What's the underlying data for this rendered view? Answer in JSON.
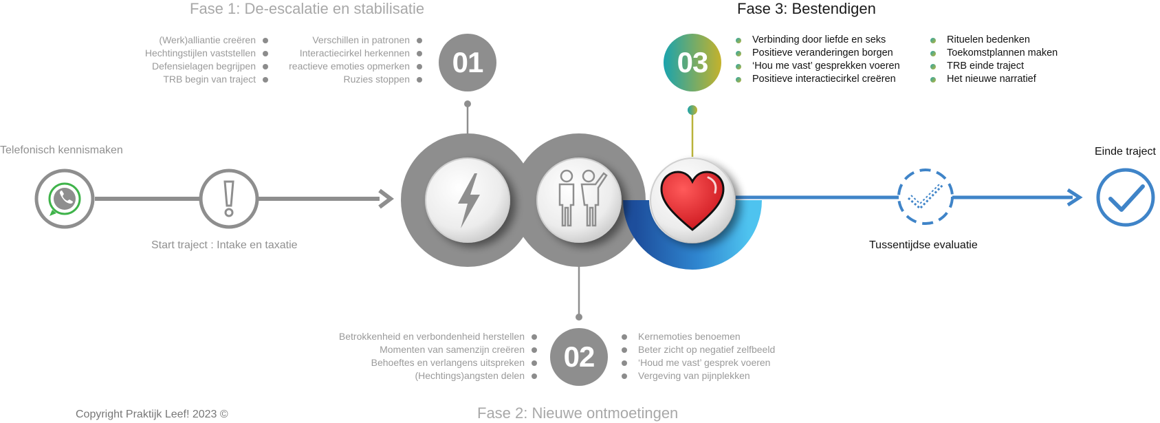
{
  "phase1": {
    "title": "Fase 1: De-escalatie en stabilisatie",
    "badge": "01",
    "left_items": [
      "(Werk)alliantie creëren",
      "Hechtingstijlen vaststellen",
      "Defensielagen begrijpen",
      "TRB begin van traject"
    ],
    "right_items": [
      "Verschillen in patronen",
      "Interactiecirkel herkennen",
      "reactieve emoties opmerken",
      "Ruzies stoppen"
    ]
  },
  "phase2": {
    "title": "Fase 2: Nieuwe ontmoetingen",
    "badge": "02",
    "left_items": [
      "Betrokkenheid en verbondenheid herstellen",
      "Momenten van samenzijn creëren",
      "Behoeftes en verlangens uitspreken",
      "(Hechtings)angsten delen"
    ],
    "right_items": [
      "Kernemoties benoemen",
      "Beter zicht op negatief zelfbeeld",
      "‘Houd me vast’ gesprek voeren",
      "Vergeving van pijnplekken"
    ]
  },
  "phase3": {
    "title": "Fase 3: Bestendigen",
    "badge": "03",
    "left_items": [
      "Verbinding door liefde en seks",
      "Positieve veranderingen borgen",
      "‘Hou me vast’ gesprekken voeren",
      "Positieve interactiecirkel creëren"
    ],
    "right_items": [
      "Rituelen bedenken",
      "Toekomstplannen maken",
      "TRB einde traject",
      "Het nieuwe narratief"
    ]
  },
  "steps": {
    "phone": "Telefonisch kennismaken",
    "start": "Start traject : Intake en taxatie",
    "evaluation": "Tussentijdse evaluatie",
    "end": "Einde traject"
  },
  "copyright": "Copyright Praktijk Leef! 2023 ©",
  "icons": [
    "whatsapp-icon",
    "exclamation-icon",
    "lightning-icon",
    "couple-icon",
    "heart-icon",
    "dashed-check-icon",
    "check-circle-icon"
  ],
  "colors": {
    "grey": "#8e8e8e",
    "blue": "#3f84c8",
    "heart": "#e31e24",
    "whatsapp": "#3fb34a"
  }
}
